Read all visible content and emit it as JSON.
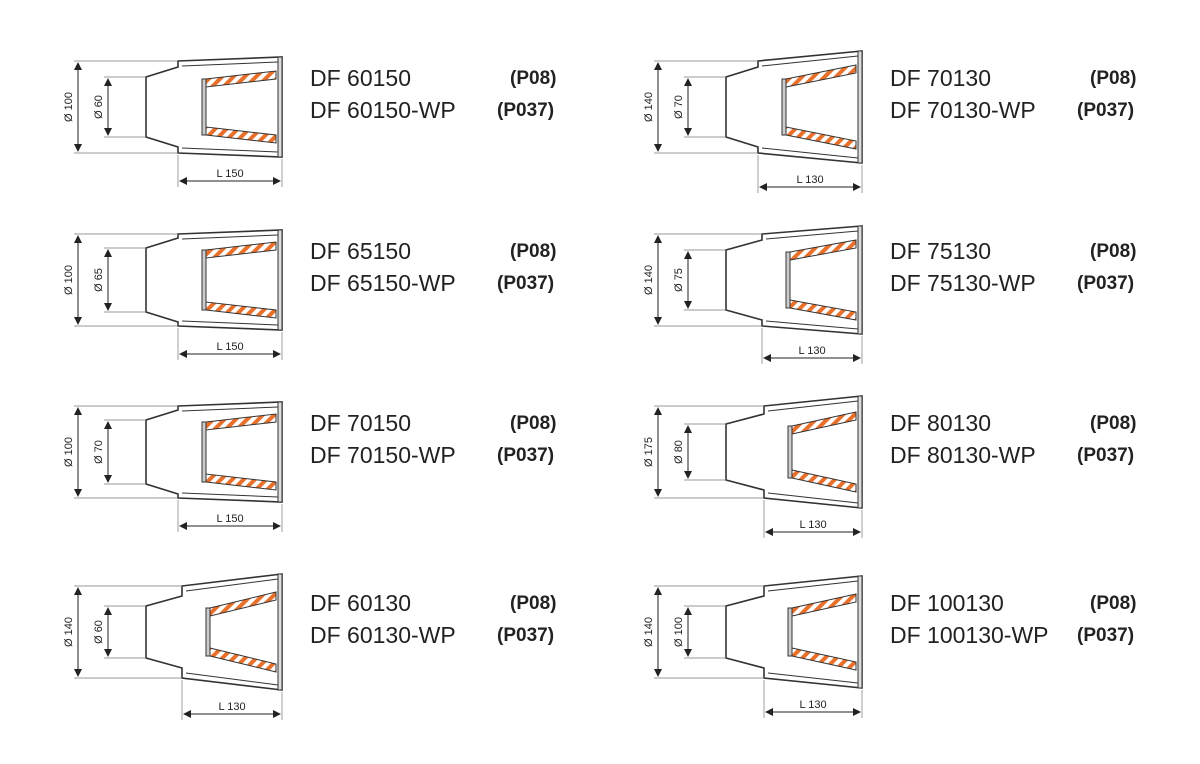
{
  "colors": {
    "stroke": "#333333",
    "filter_stripe": "#e8702a",
    "text": "#222222"
  },
  "products": [
    {
      "name1": "DF 60150",
      "code1": "(P08)",
      "name2": "DF 60150-WP",
      "code2": "(P037)",
      "outer": "Ø 100",
      "inner": "Ø 60",
      "length": "L 150"
    },
    {
      "name1": "DF 70130",
      "code1": "(P08)",
      "name2": "DF 70130-WP",
      "code2": "(P037)",
      "outer": "Ø 140",
      "inner": "Ø 70",
      "length": "L 130"
    },
    {
      "name1": "DF 65150",
      "code1": "(P08)",
      "name2": "DF 65150-WP",
      "code2": "(P037)",
      "outer": "Ø 100",
      "inner": "Ø 65",
      "length": "L 150"
    },
    {
      "name1": "DF 75130",
      "code1": "(P08)",
      "name2": "DF 75130-WP",
      "code2": "(P037)",
      "outer": "Ø 140",
      "inner": "Ø 75",
      "length": "L 130"
    },
    {
      "name1": "DF 70150",
      "code1": "(P08)",
      "name2": "DF 70150-WP",
      "code2": "(P037)",
      "outer": "Ø 100",
      "inner": "Ø 70",
      "length": "L 150"
    },
    {
      "name1": "DF 80130",
      "code1": "(P08)",
      "name2": "DF 80130-WP",
      "code2": "(P037)",
      "outer": "Ø 175",
      "inner": "Ø 80",
      "length": "L 130"
    },
    {
      "name1": "DF 60130",
      "code1": "(P08)",
      "name2": "DF 60130-WP",
      "code2": "(P037)",
      "outer": "Ø 140",
      "inner": "Ø 60",
      "length": "L 130"
    },
    {
      "name1": "DF 100130",
      "code1": "(P08)",
      "name2": "DF 100130-WP",
      "code2": "(P037)",
      "outer": "Ø 140",
      "inner": "Ø 100",
      "length": "L 130"
    }
  ]
}
